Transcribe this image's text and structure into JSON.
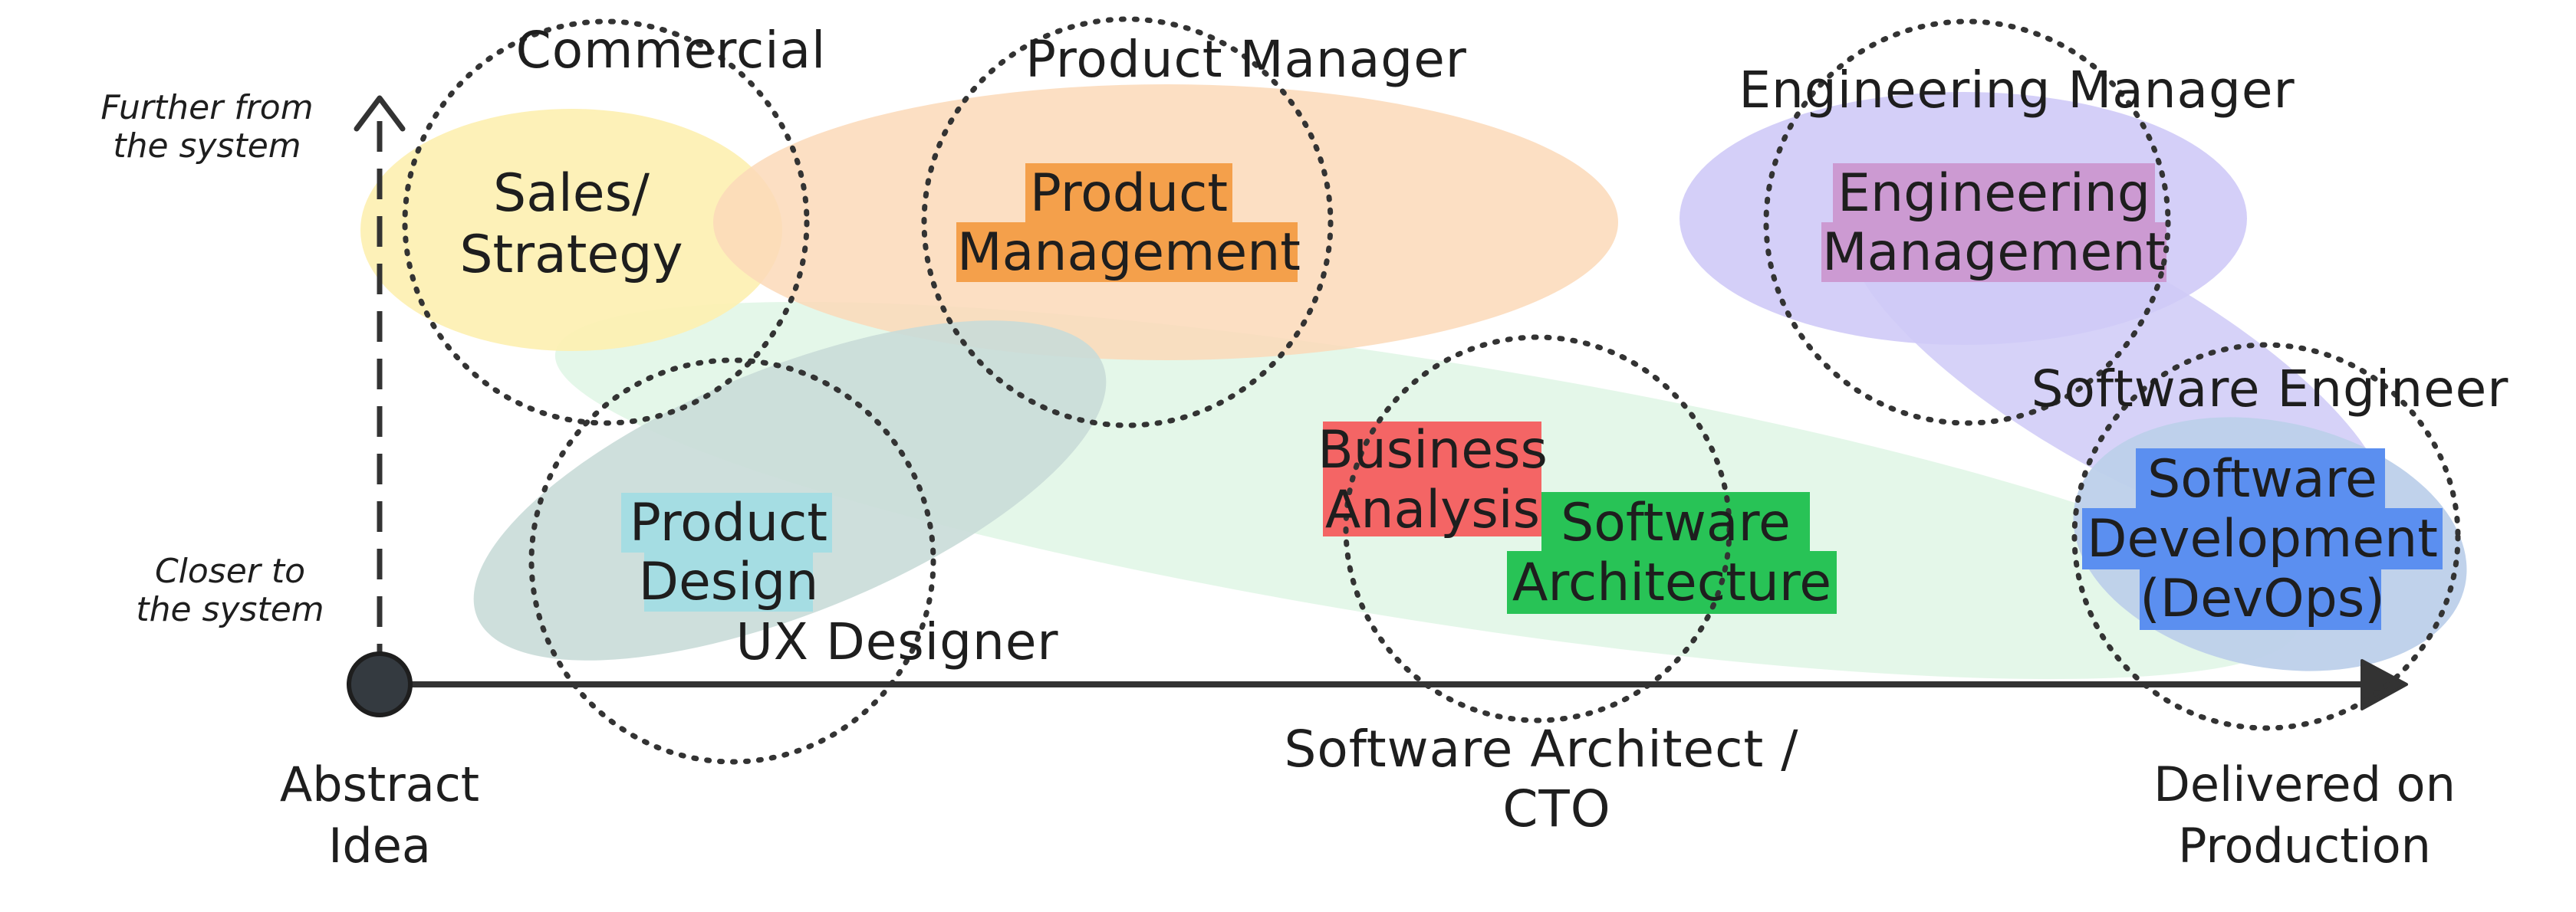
{
  "diagram": {
    "y_axis": {
      "top_label": [
        "Further from",
        "the system"
      ],
      "bottom_label": [
        "Closer to",
        "the system"
      ]
    },
    "x_axis": {
      "start_label": [
        "Abstract",
        "Idea"
      ],
      "end_label": [
        "Delivered on",
        "Production"
      ]
    },
    "roles": {
      "commercial": "Commercial",
      "product_manager": "Product Manager",
      "engineering_manager": "Engineering Manager",
      "software_engineer": "Software Engineer",
      "ux_designer": "UX Designer",
      "software_architect": [
        "Software Architect /",
        "CTO"
      ]
    },
    "areas": {
      "sales_strategy": [
        "Sales/",
        "Strategy"
      ],
      "product_management": [
        "Product",
        "Management"
      ],
      "engineering_management": [
        "Engineering",
        "Management"
      ],
      "product_design": [
        "Product",
        "Design"
      ],
      "business_analysis": [
        "Business",
        "Analysis"
      ],
      "software_architecture": [
        "Software",
        "Architecture"
      ],
      "software_development": [
        "Software",
        "Development",
        "(DevOps)"
      ]
    },
    "colors": {
      "sales_blob": "#fdf0b0",
      "product_blob": "#fcd9b8",
      "engineering_blob": "#cfcaf7",
      "design_blob": "#c9dcd8",
      "architecture_blob": "#dff6e5",
      "devops_blob": "#bdd0ea",
      "product_design_hl": "#a5dde3",
      "product_mgmt_hl": "#f4a04b",
      "eng_mgmt_hl": "#cc9ad2",
      "business_hl": "#f46565",
      "architecture_hl": "#28c356",
      "devops_hl": "#5b8ff0",
      "axis": "#333333"
    }
  }
}
